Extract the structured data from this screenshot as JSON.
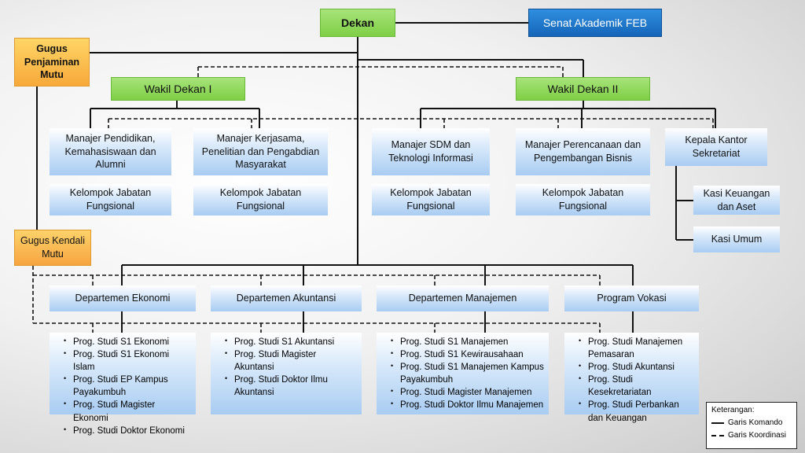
{
  "nodes": {
    "dekan": "Dekan",
    "senat": "Senat Akademik FEB",
    "gugus_penjaminan": "Gugus Penjaminan Mutu",
    "gugus_kendali": "Gugus Kendali Mutu",
    "wakil_dekan_1": "Wakil Dekan I",
    "wakil_dekan_2": "Wakil Dekan II",
    "manajer_pendidikan": "Manajer Pendidikan, Kemahasiswaan dan Alumni",
    "manajer_kerjasama": "Manajer Kerjasama, Penelitian dan Pengabdian Masyarakat",
    "manajer_sdm": "Manajer SDM dan Teknologi Informasi",
    "manajer_perencanaan": "Manajer Perencanaan dan Pengembangan Bisnis",
    "kepala_kantor": "Kepala Kantor Sekretariat",
    "kjf_1": "Kelompok Jabatan Fungsional",
    "kjf_2": "Kelompok Jabatan Fungsional",
    "kjf_3": "Kelompok Jabatan Fungsional",
    "kjf_4": "Kelompok Jabatan Fungsional",
    "kasi_keuangan": "Kasi Keuangan dan Aset",
    "kasi_umum": "Kasi Umum",
    "dept_ekonomi": "Departemen Ekonomi",
    "dept_akuntansi": "Departemen Akuntansi",
    "dept_manajemen": "Departemen Manajemen",
    "program_vokasi": "Program Vokasi"
  },
  "programs": {
    "ekonomi": [
      "Prog. Studi S1 Ekonomi",
      "Prog. Studi S1 Ekonomi Islam",
      "Prog. Studi EP Kampus Payakumbuh",
      "Prog. Studi Magister Ekonomi",
      "Prog. Studi Doktor Ekonomi"
    ],
    "akuntansi": [
      "Prog. Studi S1 Akuntansi",
      "Prog. Studi Magister Akuntansi",
      "Prog. Studi Doktor Ilmu Akuntansi"
    ],
    "manajemen": [
      "Prog. Studi S1 Manajemen",
      "Prog. Studi S1 Kewirausahaan",
      "Prog. Studi S1 Manajemen Kampus Payakumbuh",
      "Prog. Studi Magister Manajemen",
      "Prog. Studi Doktor Ilmu Manajemen"
    ],
    "vokasi": [
      "Prog. Studi Manajemen Pemasaran",
      "Prog. Studi Akuntansi",
      "Prog. Studi Kesekretariatan",
      "Prog. Studi Perbankan dan Keuangan"
    ]
  },
  "legend": {
    "title": "Keterangan:",
    "solid": "Garis Komando",
    "dashed": "Garis Koordinasi"
  }
}
